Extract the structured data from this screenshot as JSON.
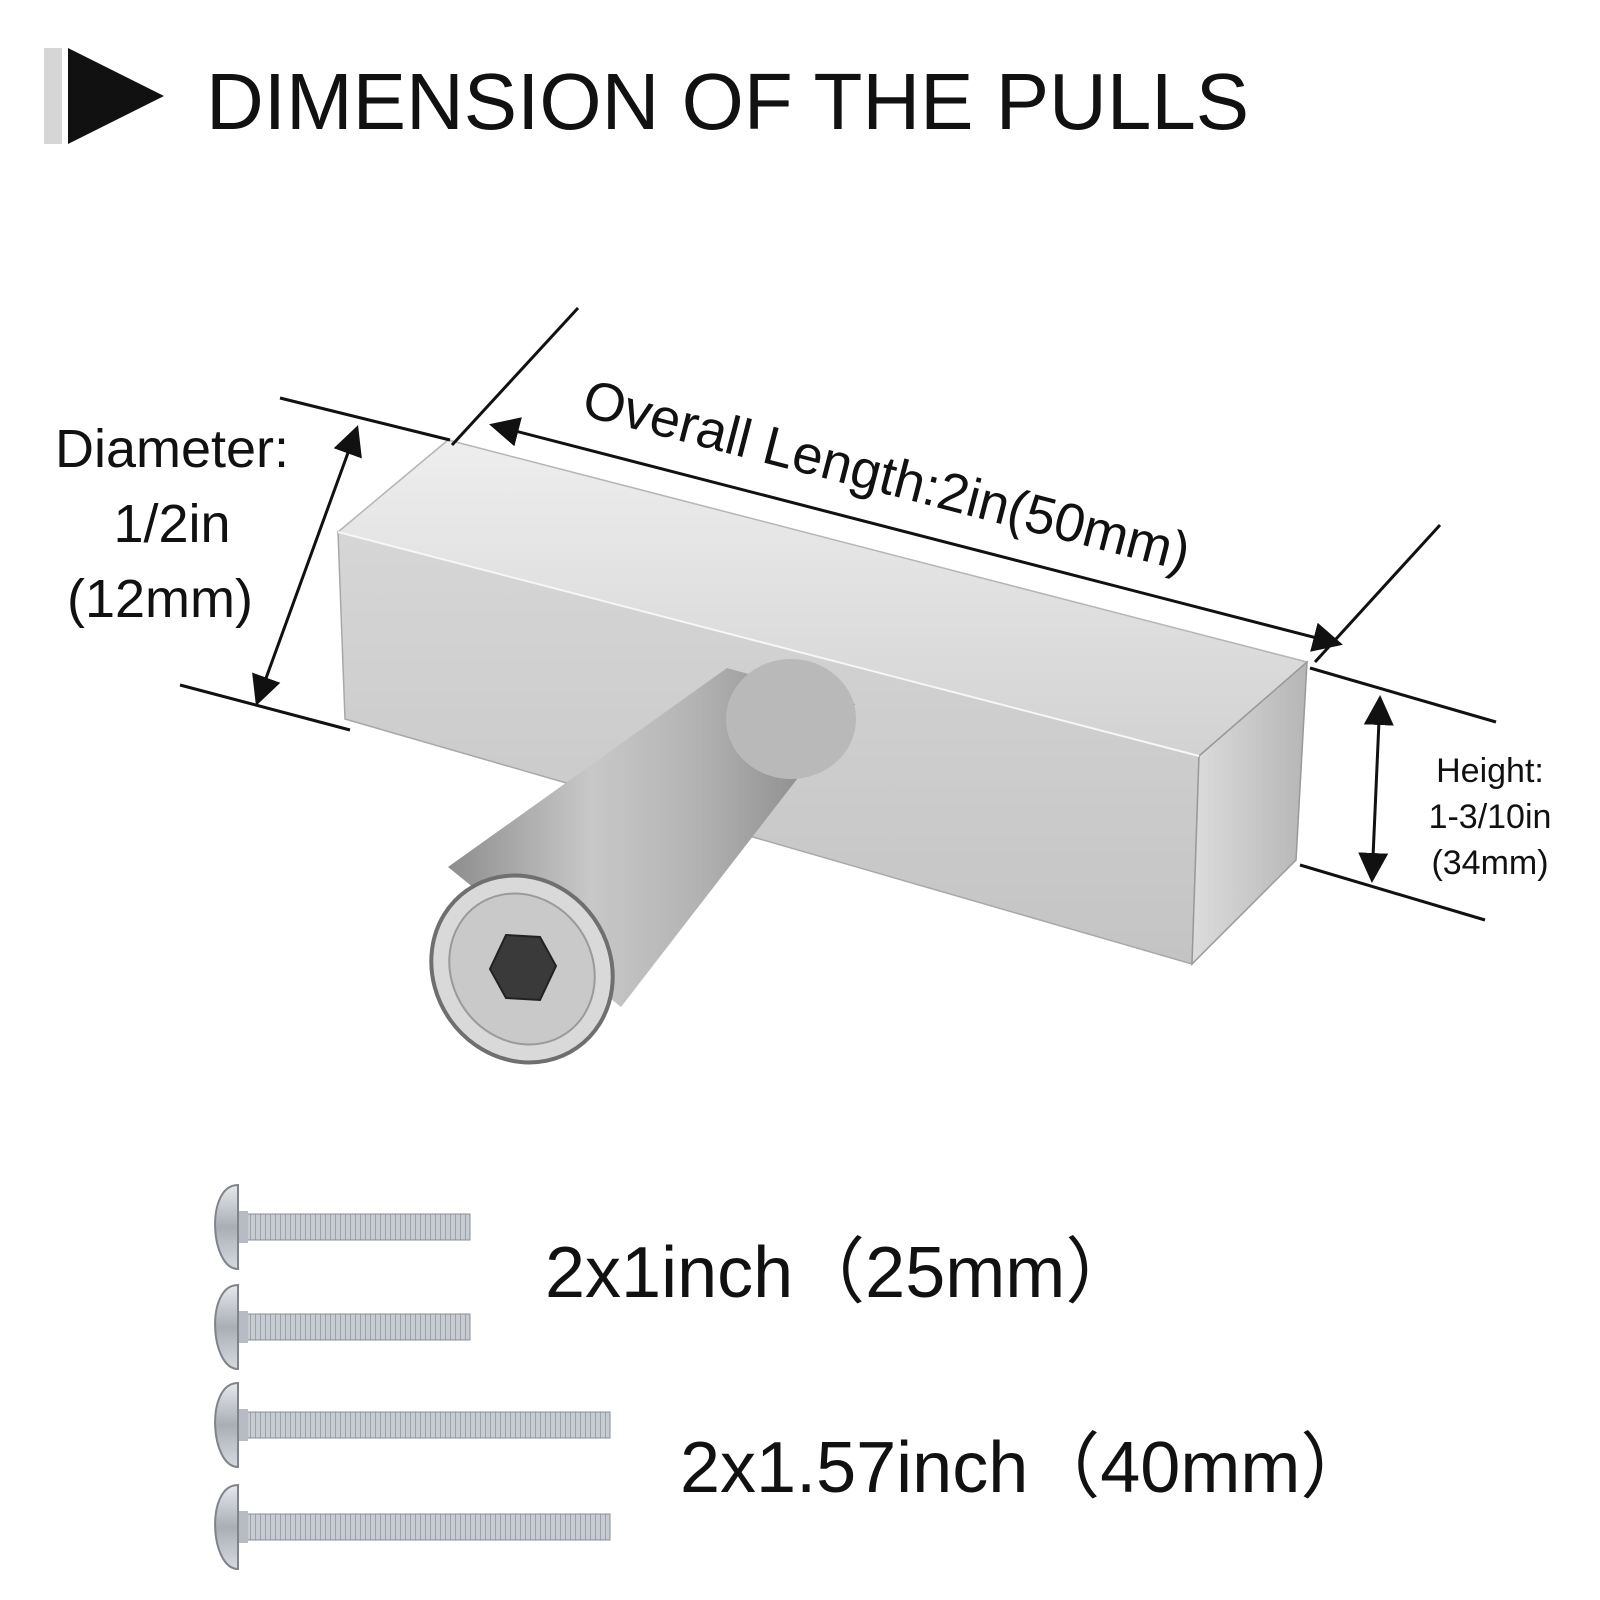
{
  "title": "DIMENSION OF THE PULLS",
  "diameter": {
    "label": "Diameter:",
    "imperial": "1/2in",
    "metric": "(12mm)"
  },
  "overall_length": {
    "label": "Overall Length:2in(50mm)"
  },
  "height": {
    "label": "Height:",
    "imperial": "1-3/10in",
    "metric": "(34mm)"
  },
  "screws": [
    {
      "label": "2x1inch（25mm）",
      "count": 2
    },
    {
      "label": "2x1.57inch（40mm）",
      "count": 2
    }
  ],
  "colors": {
    "text": "#111111",
    "metal_light": "#e4e4e4",
    "metal_mid": "#c9c9c9",
    "metal_dark": "#9a9a9a",
    "screw": "#bfc4cc"
  },
  "icons": [
    "play-triangle-icon",
    "hex-socket-icon",
    "screw-icon"
  ]
}
